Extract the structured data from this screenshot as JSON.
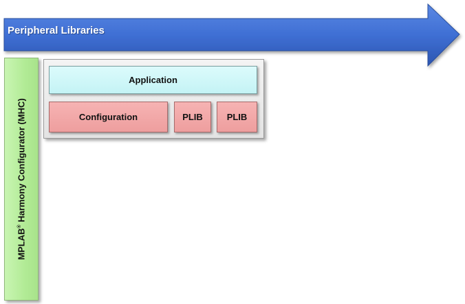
{
  "diagram": {
    "arrow": {
      "label": "Peripheral Libraries",
      "color": "#3f6fd4"
    },
    "mhc": {
      "label_prefix": "MPLAB",
      "label_reg": "®",
      "label_suffix": " Harmony Configurator (MHC)",
      "color": "#b2eb96"
    },
    "blocks": {
      "application": "Application",
      "configuration": "Configuration",
      "plib_1": "PLIB",
      "plib_2": "PLIB"
    },
    "colors": {
      "application": "#c4f3f5",
      "configuration": "#ee9e9e",
      "container": "#e8e8e8"
    }
  }
}
